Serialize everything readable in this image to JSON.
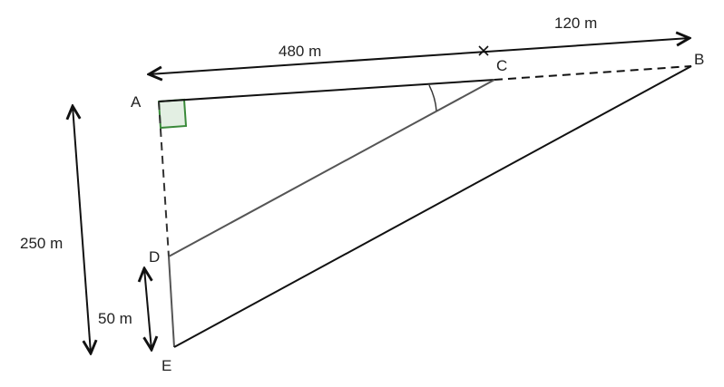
{
  "points": {
    "A": "A",
    "B": "B",
    "C": "C",
    "D": "D",
    "E": "E"
  },
  "measures": {
    "ac": "480 m",
    "cb": "120 m",
    "ae": "250 m",
    "de": "50 m"
  },
  "colors": {
    "line": "#111111",
    "right_angle_fill": "#e3efe3",
    "right_angle_stroke": "#3a8a3a",
    "gray_line": "#555555"
  }
}
